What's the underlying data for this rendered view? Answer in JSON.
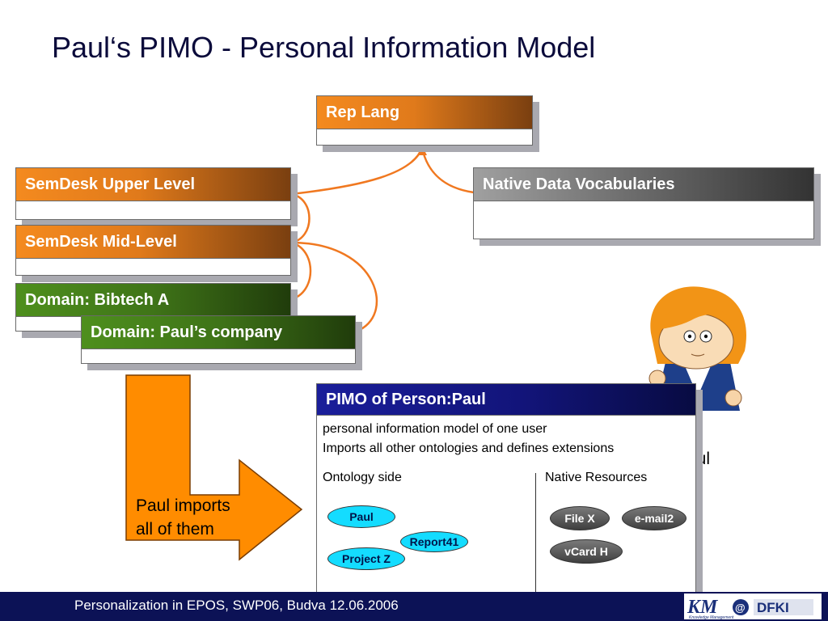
{
  "slide": {
    "title": "Paul‘s PIMO - Personal Information Model",
    "footer": "Personalization in EPOS, SWP06, Budva 12.06.2006"
  },
  "boxes": {
    "rep_lang": "Rep Lang",
    "semdesk_upper": "SemDesk Upper Level",
    "semdesk_mid": "SemDesk Mid-Level",
    "domain_bibtech": "Domain: Bibtech A",
    "domain_paul": "Domain: Paul’s company",
    "native_vocab": "Native Data Vocabularies"
  },
  "pimo": {
    "header": "PIMO of Person:Paul",
    "desc1": "personal information model of one user",
    "desc2": "Imports all other ontologies and defines extensions",
    "ontology_side": "Ontology side",
    "native_resources": "Native Resources",
    "ontology_nodes": [
      "Paul",
      "Report41",
      "Project Z"
    ],
    "resource_nodes": [
      "File X",
      "e-mail2",
      "vCard H"
    ]
  },
  "arrow_label": {
    "line1": "Paul imports",
    "line2": "all of them"
  },
  "character_label_fragment": "aul",
  "logo": {
    "text": "KM@DFKI",
    "subtitle": "Knowledge Management"
  },
  "colors": {
    "orange_header": "#e07a1b",
    "gray_header": "#6e6e6e",
    "green_header": "#3f7418",
    "blue_header": "#121479",
    "connector": "#f07820",
    "arrow_fill": "#ff8c00",
    "footer_bg": "#0c1256"
  }
}
